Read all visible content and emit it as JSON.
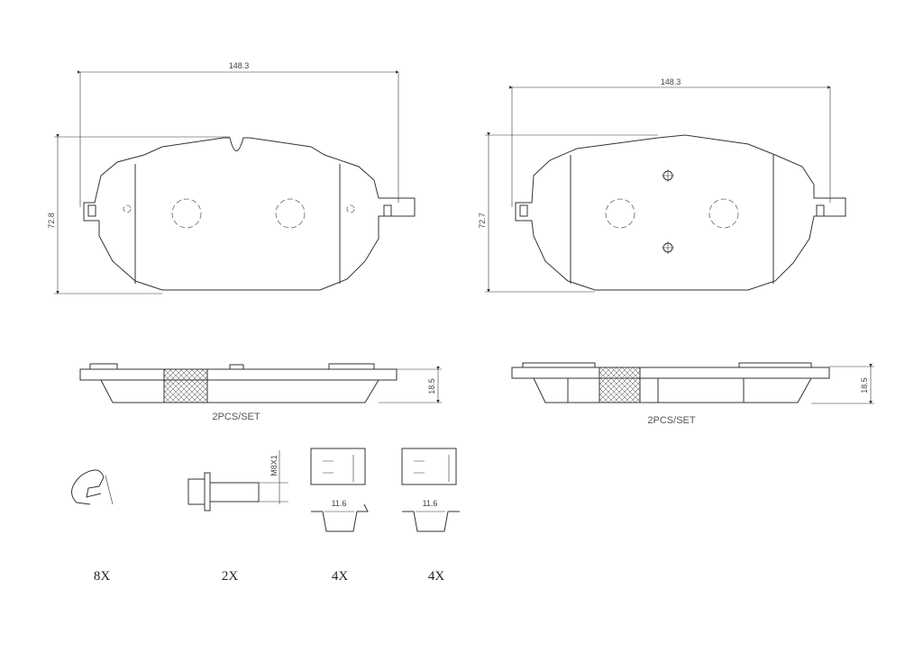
{
  "pads": [
    {
      "width": "148.3",
      "height": "72.8",
      "thickness": "18.5",
      "set_label": "2PCS/SET"
    },
    {
      "width": "148.3",
      "height": "72.7",
      "thickness": "18.5",
      "set_label": "2PCS/SET"
    }
  ],
  "hardware": [
    {
      "name": "clip",
      "quantity": "8X"
    },
    {
      "name": "bolt",
      "thread": "M8X1",
      "quantity": "2X"
    },
    {
      "name": "spring-clip",
      "dimension": "11.6",
      "quantity": "4X"
    },
    {
      "name": "spring-clip",
      "dimension": "11.6",
      "quantity": "4X"
    }
  ]
}
